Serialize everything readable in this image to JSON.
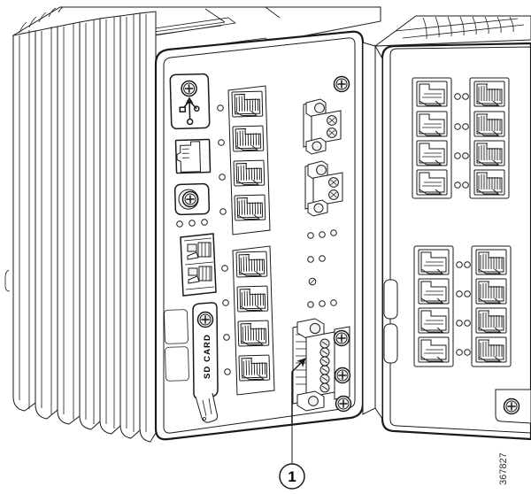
{
  "figure": {
    "type": "technical-line-drawing",
    "subject": "Industrial Ethernet switch with expansion module",
    "figure_number": "367827",
    "background_color": "#ffffff",
    "line_color": "#1a1a1a"
  },
  "callouts": [
    {
      "number": "1",
      "points_to": "alarm-connector",
      "description": "Alarm connector on base unit front panel"
    }
  ],
  "base_unit": {
    "name": "base-switch-unit",
    "heat_sink": {
      "fin_count": 11
    },
    "front_panel": {
      "usb_port": {
        "icon": "usb-icon",
        "has_captive_screw": true
      },
      "console_port": {
        "icon": "rj45-console-icon"
      },
      "ground_screw": {
        "icon": "phillips-screw-icon"
      },
      "status_leds_under_screw": 3,
      "sfp_module": {
        "slot_count": 2
      },
      "sd_card_slot": {
        "label": "SD CARD",
        "has_screw": true
      },
      "corner_screws": 2,
      "rj45_columns": [
        {
          "name": "upper-port-column",
          "ports": 4,
          "leds": 4
        },
        {
          "name": "lower-port-column",
          "ports": 4,
          "leds": 4
        }
      ],
      "power_terminal_blocks": [
        {
          "name": "power-input-a",
          "terminals": 2
        },
        {
          "name": "power-input-b",
          "terminals": 2
        }
      ],
      "led_groups": [
        {
          "name": "system-led-row",
          "count": 3
        },
        {
          "name": "alarm-led-row",
          "count": 2
        },
        {
          "name": "express-setup-led",
          "count": 1
        },
        {
          "name": "status-led-row",
          "count": 3
        }
      ],
      "alarm_connector": {
        "terminals": 6,
        "mounting_screws": 2
      }
    }
  },
  "expansion_module": {
    "name": "expansion-module",
    "port_blocks": [
      {
        "name": "upper-block-left",
        "ports": 4
      },
      {
        "name": "upper-block-right",
        "ports": 4
      },
      {
        "name": "lower-block-left",
        "ports": 4
      },
      {
        "name": "lower-block-right",
        "ports": 4
      }
    ],
    "total_ports": 16,
    "led_columns": 2,
    "corner_screw": true,
    "latch_handles": 2
  }
}
